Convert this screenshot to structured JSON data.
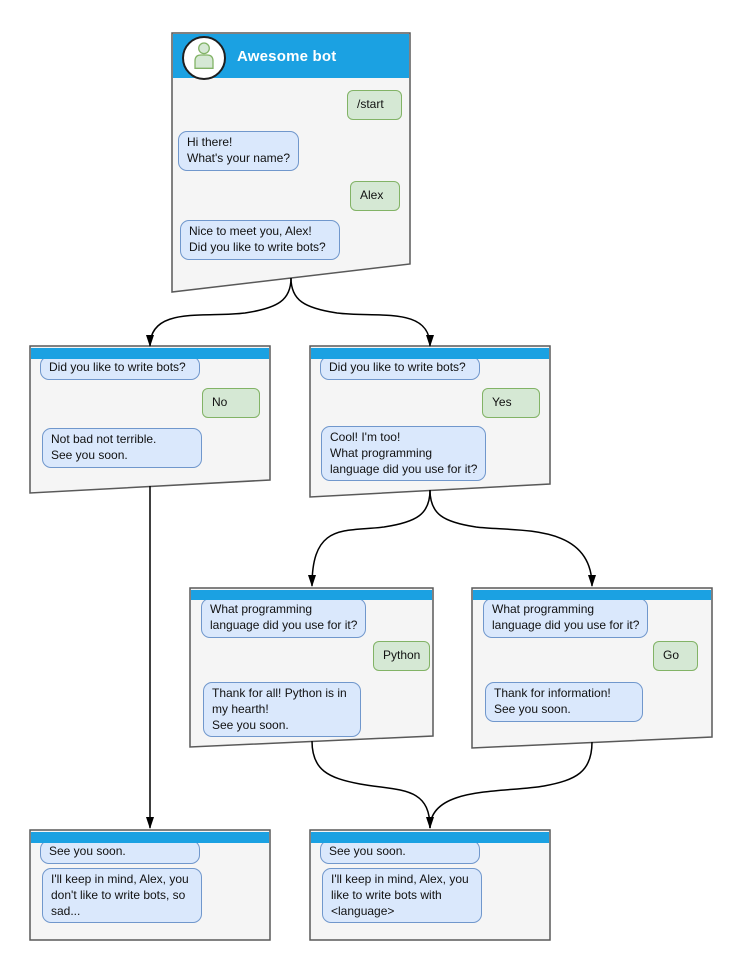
{
  "diagram": {
    "main_window": {
      "title": "Awesome bot",
      "avatar": "person-icon",
      "messages": [
        {
          "from": "user",
          "text": "/start"
        },
        {
          "from": "bot",
          "text": "Hi there!\nWhat's your name?"
        },
        {
          "from": "user",
          "text": "Alex"
        },
        {
          "from": "bot",
          "text": "Nice to meet you, Alex!\nDid you like to write bots?"
        }
      ]
    },
    "boxes": [
      {
        "id": "branch-no",
        "bubbles": [
          {
            "from": "bot",
            "text": "Did you like to write bots?"
          },
          {
            "from": "user",
            "text": "No"
          },
          {
            "from": "bot",
            "text": "Not bad not terrible.\nSee you soon."
          }
        ]
      },
      {
        "id": "branch-yes",
        "bubbles": [
          {
            "from": "bot",
            "text": "Did you like to write bots?"
          },
          {
            "from": "user",
            "text": "Yes"
          },
          {
            "from": "bot",
            "text": "Cool! I'm too!\nWhat programming\nlanguage did you use for it?"
          }
        ]
      },
      {
        "id": "branch-python",
        "bubbles": [
          {
            "from": "bot",
            "text": "What programming\nlanguage did you use for it?"
          },
          {
            "from": "user",
            "text": "Python"
          },
          {
            "from": "bot",
            "text": "Thank for all! Python is in\nmy hearth!\nSee you soon."
          }
        ]
      },
      {
        "id": "branch-go",
        "bubbles": [
          {
            "from": "bot",
            "text": "What programming\nlanguage did you use for it?"
          },
          {
            "from": "user",
            "text": "Go"
          },
          {
            "from": "bot",
            "text": "Thank for information!\nSee you soon."
          }
        ]
      },
      {
        "id": "end-no",
        "bubbles": [
          {
            "from": "bot",
            "text": "See you soon."
          },
          {
            "from": "bot",
            "text": "I'll keep in mind, Alex, you\ndon't like to write bots, so\nsad..."
          }
        ]
      },
      {
        "id": "end-yes",
        "bubbles": [
          {
            "from": "bot",
            "text": "See you soon."
          },
          {
            "from": "bot",
            "text": "I'll keep in mind, Alex, you\nlike to write bots with\n<language>"
          }
        ]
      }
    ],
    "colors": {
      "header_blue": "#1BA1E2",
      "box_fill": "#F5F5F5",
      "box_border": "#595959",
      "bot_bubble_fill": "#DAE8FC",
      "bot_bubble_border": "#7097CC",
      "user_bubble_fill": "#D5E8D4",
      "user_bubble_border": "#82B366",
      "arrow": "#000000"
    }
  }
}
